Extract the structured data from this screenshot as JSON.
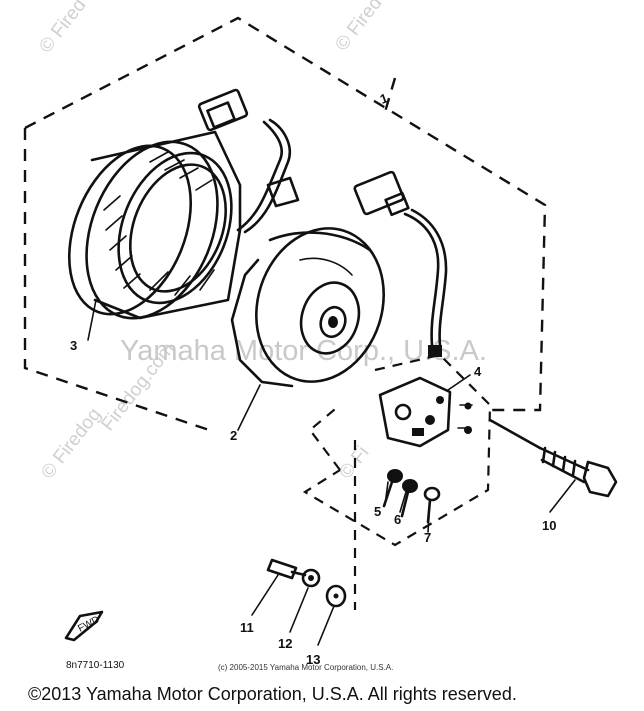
{
  "watermarks": {
    "firedog_1": "© Fired",
    "firedog_2": "© Fired",
    "firedog_3": "Firedog.com",
    "firedog_4": "© Firedog",
    "firedog_5": "© Fi",
    "center": "Yamaha Motor Corp., U.S.A."
  },
  "callouts": {
    "c1": "1",
    "c2": "2",
    "c3": "3",
    "c4": "4",
    "c5": "5",
    "c6": "6",
    "c7": "7",
    "c10": "10",
    "c11": "11",
    "c12": "12",
    "c13": "13"
  },
  "fwd_label": "FWD",
  "drawing_code": "8n7710-1130",
  "copyright_small": "(c) 2005-2015 Yamaha Motor Corporation, U.S.A.",
  "copyright_main": "©2013 Yamaha Motor Corporation, U.S.A. All rights reserved."
}
